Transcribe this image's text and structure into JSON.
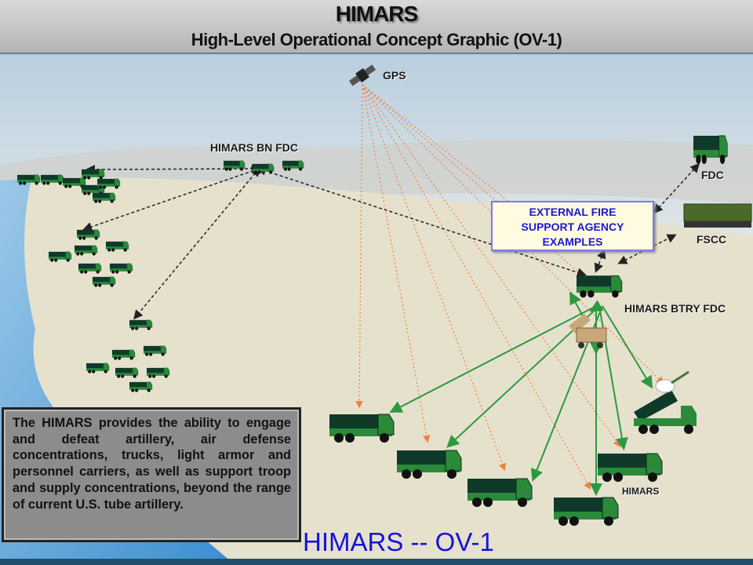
{
  "header": {
    "title": "HIMARS",
    "subtitle": "High-Level Operational Concept Graphic (OV-1)"
  },
  "nodes": {
    "gps": "GPS",
    "bn_fdc": "HIMARS BN FDC",
    "btry_fdc": "HIMARS BTRY FDC",
    "fdc": "FDC",
    "fscc": "FSCC",
    "launcher": "HIMARS"
  },
  "external_box": {
    "lines": [
      "EXTERNAL FIRE",
      "SUPPORT AGENCY",
      "EXAMPLES"
    ]
  },
  "description": "The HIMARS provides the ability to engage and defeat artillery, air defense concentrations, trucks, light armor and personnel carriers, as well as support troop and supply concentrations, beyond the range of current U.S. tube artillery.",
  "footer_title": "HIMARS -- OV-1",
  "colors": {
    "gps_link": "#f08040",
    "fire_link": "#2a9a40",
    "command_link": "#222222",
    "truck_dark": "#0f3a2a",
    "truck_green": "#2a8a3a",
    "label_blue": "#1414d8"
  }
}
